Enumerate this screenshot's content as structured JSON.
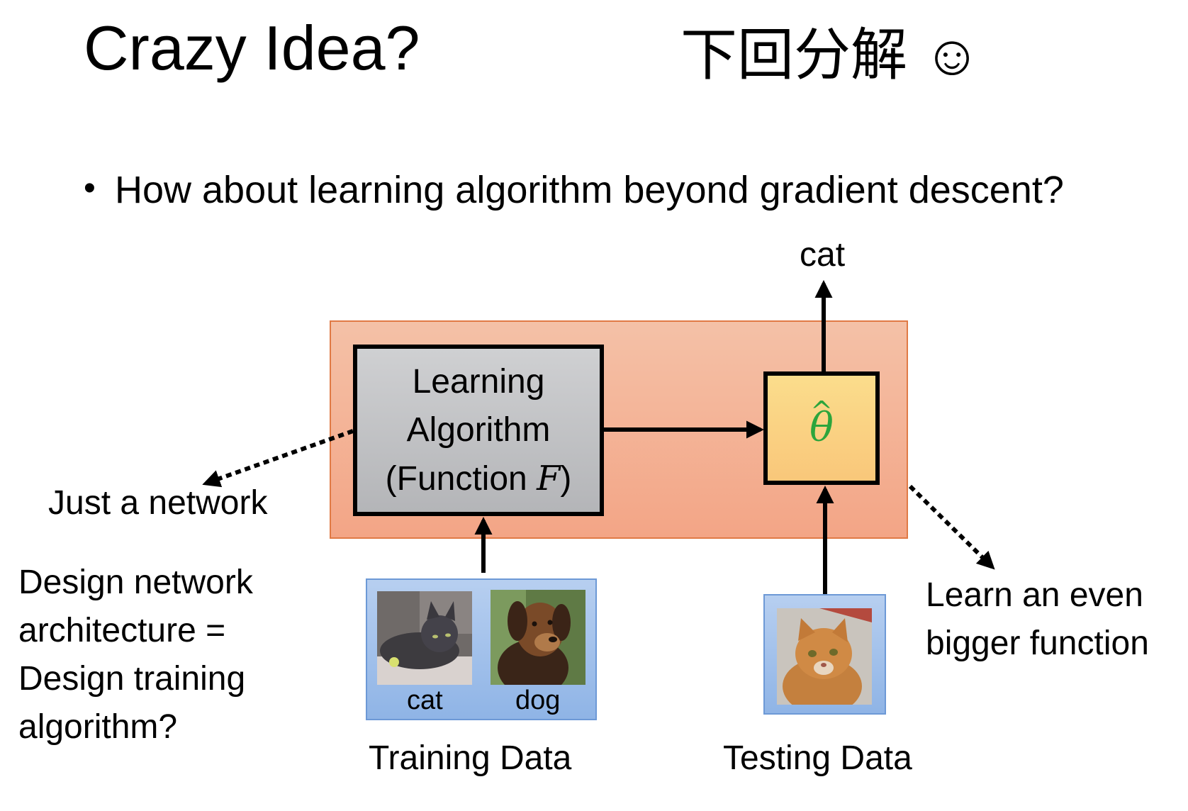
{
  "slide": {
    "title": "Crazy Idea?",
    "subtitle": "下回分解 ☺",
    "bullet": "How about learning algorithm beyond gradient descent?"
  },
  "diagram": {
    "learning_box": {
      "line1": "Learning",
      "line2": "Algorithm",
      "line3_prefix": "(Function ",
      "line3_var": "F",
      "line3_suffix": ")"
    },
    "theta_symbol": "θ",
    "theta_hat": "^",
    "output_label": "cat",
    "left_note": "Just a network",
    "left_question": "Design network architecture = Design training algorithm?",
    "right_note": "Learn an even bigger function",
    "training": {
      "labels": [
        "cat",
        "dog"
      ],
      "caption": "Training Data"
    },
    "testing": {
      "caption": "Testing Data"
    }
  }
}
